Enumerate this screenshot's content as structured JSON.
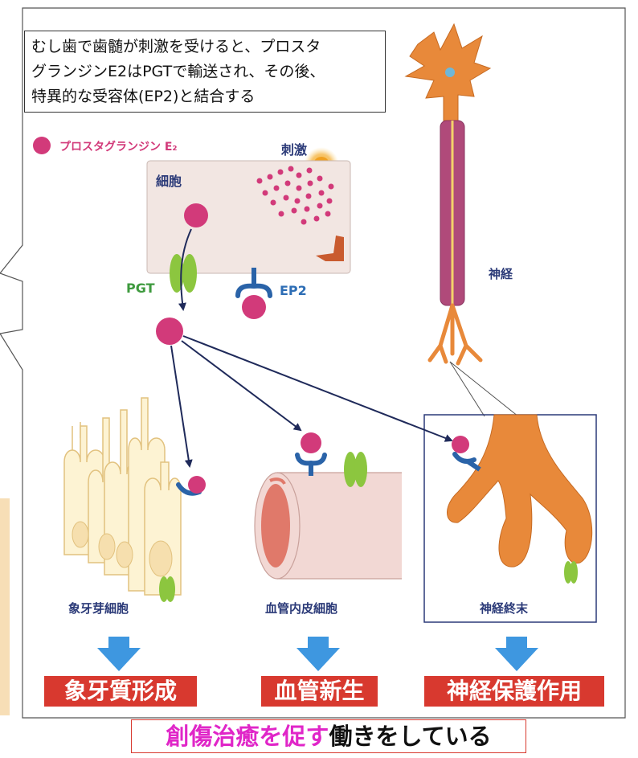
{
  "caption": {
    "line1": "むし歯で歯髄が刺激を受けると、プロスタ",
    "line2": "グランジンE2はPGTで輸送され、その後、",
    "line3": "特異的な受容体(EP2)と結合する"
  },
  "legend": {
    "label": "プロスタグランジン E₂"
  },
  "labels": {
    "stimulus": "刺激",
    "cell": "細胞",
    "pgt": "PGT",
    "ep2": "EP2",
    "nerve": "神経",
    "odontoblast": "象牙芽細胞",
    "endothelial": "血管内皮細胞",
    "nerve_ending": "神経終末"
  },
  "outcomes": {
    "dentin": "象牙質形成",
    "angiogenesis": "血管新生",
    "neuroprotection": "神経保護作用"
  },
  "summary": {
    "highlight": "創傷治癒を促す",
    "rest": "働きをしている"
  },
  "colors": {
    "pge2": "#d23a7a",
    "receptor": "#2a63a8",
    "pgt": "#8cc63f",
    "outcome_bg": "#d8392f",
    "arrow_blue": "#3e97e0",
    "nerve_orange": "#e8893a"
  }
}
